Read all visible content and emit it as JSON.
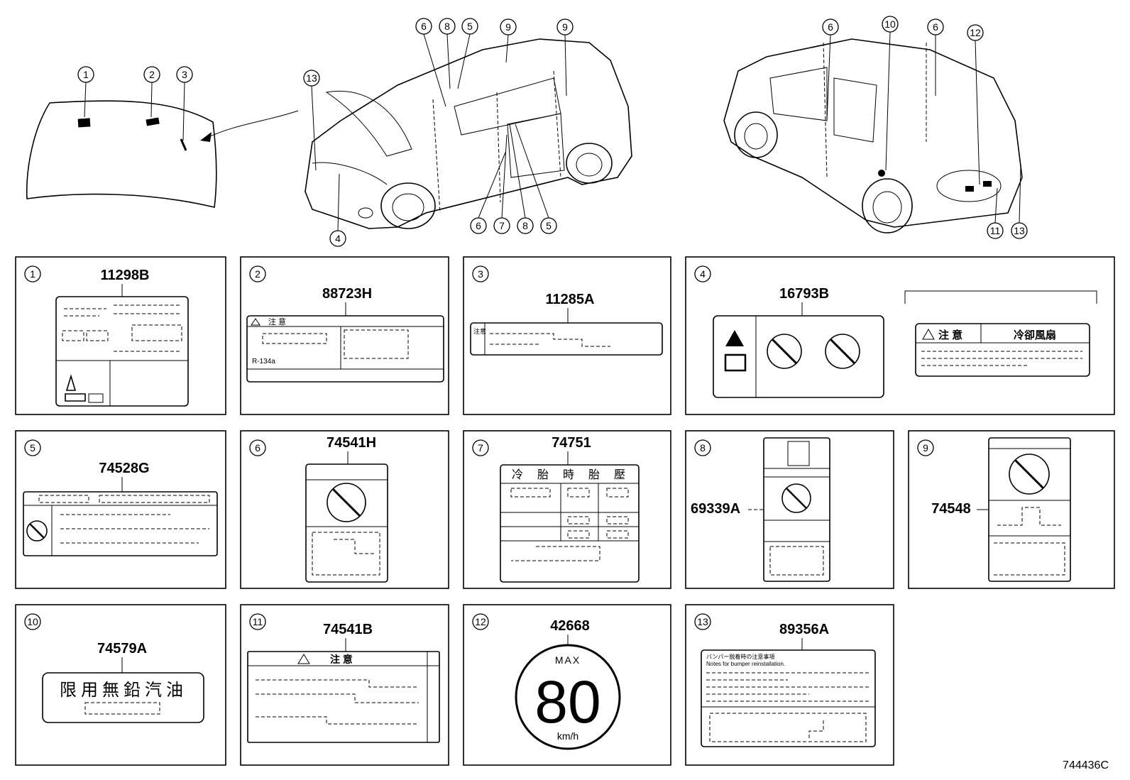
{
  "callouts": {
    "c1": "1",
    "c2": "2",
    "c3": "3",
    "c4": "4",
    "c5": "5",
    "c6": "6",
    "c7": "7",
    "c8": "8",
    "c9": "9",
    "c10": "10",
    "c11": "11",
    "c12": "12",
    "c13": "13"
  },
  "panels": [
    {
      "id": "1",
      "part": "11298B"
    },
    {
      "id": "2",
      "part": "88723H",
      "label_heading": "注 意",
      "refrigerant": "R-134a"
    },
    {
      "id": "3",
      "part": "11285A",
      "side_text": "注意"
    },
    {
      "id": "4",
      "part": "16793B",
      "label_heading": "注 意",
      "label_title": "冷卻風扇"
    },
    {
      "id": "5",
      "part": "74528G"
    },
    {
      "id": "6",
      "part": "74541H"
    },
    {
      "id": "7",
      "part": "74751",
      "header": [
        "冷",
        "胎",
        "時",
        "胎",
        "壓"
      ]
    },
    {
      "id": "8",
      "part": "69339A"
    },
    {
      "id": "9",
      "part": "74548"
    },
    {
      "id": "10",
      "part": "74579A",
      "label_text": "限用無鉛汽油"
    },
    {
      "id": "11",
      "part": "74541B",
      "label_heading": "注 意"
    },
    {
      "id": "12",
      "part": "42668",
      "max_text": "MAX",
      "speed": "80",
      "unit": "km/h"
    },
    {
      "id": "13",
      "part": "89356A",
      "line1": "バンパー脱着時の注意事項",
      "line2": "Notes for bumper reinstallation."
    }
  ],
  "diagram_code": "744436C"
}
